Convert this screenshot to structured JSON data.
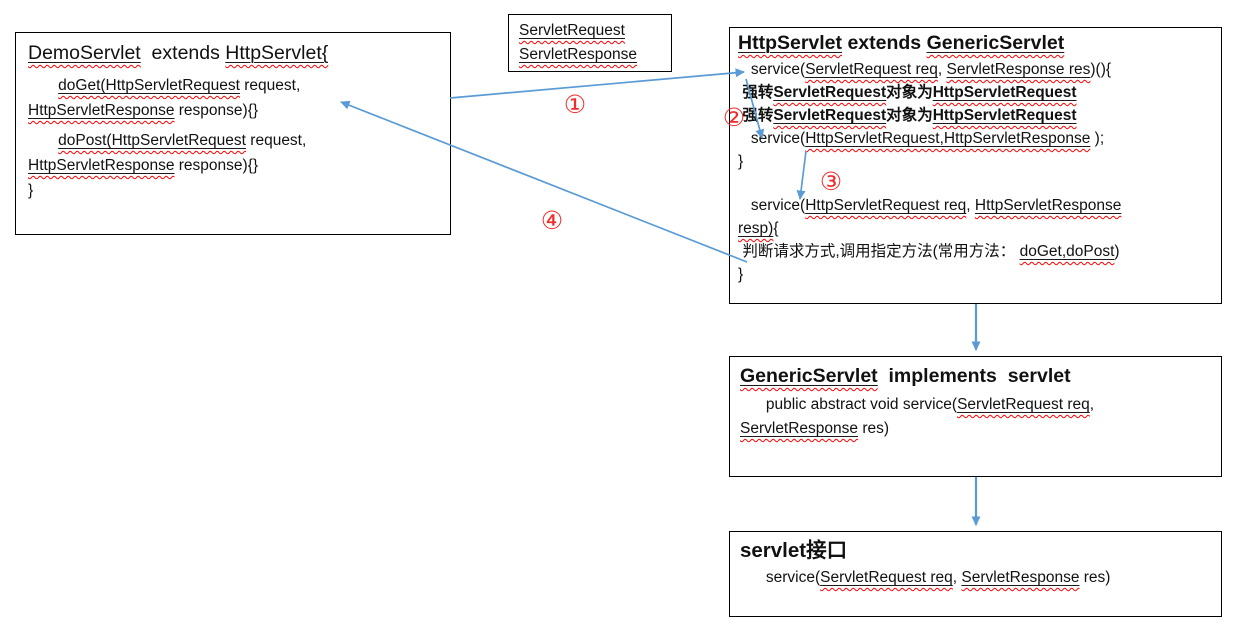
{
  "colors": {
    "arrow": "#5b9bd5",
    "step_number": "#f32b2b",
    "squiggle": "#ff0000",
    "border": "#000000",
    "text": "#111111"
  },
  "step_labels": {
    "s1": "①",
    "s2": "②",
    "s3": "③",
    "s4": "④"
  },
  "boxes": {
    "demo": {
      "lines": [
        {
          "cls": "title",
          "seg": [
            {
              "t": "DemoServlet",
              "u": 1
            },
            {
              "t": "  extends "
            },
            {
              "t": "HttpServlet{",
              "u": 1
            }
          ]
        },
        {
          "seg": [
            {
              "t": "       "
            },
            {
              "t": "doGet(HttpServletRequest",
              "u": 1
            },
            {
              "t": " request,"
            }
          ]
        },
        {
          "seg": [
            {
              "t": "HttpServletResponse",
              "u": 1
            },
            {
              "t": " response){}"
            }
          ]
        },
        {
          "cls": "gap",
          "seg": [
            {
              "t": "       "
            },
            {
              "t": "doPost(HttpServletRequest",
              "u": 1
            },
            {
              "t": " request,"
            }
          ]
        },
        {
          "seg": [
            {
              "t": "HttpServletResponse",
              "u": 1
            },
            {
              "t": " response){}"
            }
          ]
        },
        {
          "seg": [
            {
              "t": "}"
            }
          ]
        }
      ]
    },
    "note": {
      "lines": [
        {
          "seg": [
            {
              "t": "ServletRequest",
              "u": 1
            }
          ]
        },
        {
          "seg": [
            {
              "t": "ServletResponse",
              "u": 1
            }
          ]
        }
      ]
    },
    "http": {
      "lines": [
        {
          "cls": "title",
          "seg": [
            {
              "t": "HttpServlet",
              "u": 1,
              "b": 1
            },
            {
              "t": " extends ",
              "b": 1
            },
            {
              "t": "GenericServlet",
              "u": 1,
              "b": 1
            }
          ]
        },
        {
          "seg": [
            {
              "t": "   service("
            },
            {
              "t": "ServletRequest req",
              "u": 1
            },
            {
              "t": ", "
            },
            {
              "t": "ServletResponse res",
              "u": 1
            },
            {
              "t": ")(){"
            }
          ]
        },
        {
          "seg": [
            {
              "t": " 强转",
              "b": 1
            },
            {
              "t": "ServletRequest",
              "u": 1,
              "b": 1
            },
            {
              "t": "对象为",
              "b": 1
            },
            {
              "t": "HttpServletRequest",
              "u": 1,
              "b": 1
            }
          ]
        },
        {
          "seg": [
            {
              "t": " 强转",
              "b": 1
            },
            {
              "t": "ServletRequest",
              "u": 1,
              "b": 1
            },
            {
              "t": "对象为",
              "b": 1
            },
            {
              "t": "HttpServletRequest",
              "u": 1,
              "b": 1
            }
          ]
        },
        {
          "seg": [
            {
              "t": "   service("
            },
            {
              "t": "HttpServletRequest,HttpServletResponse",
              "u": 1
            },
            {
              "t": " );"
            }
          ]
        },
        {
          "seg": [
            {
              "t": "}"
            }
          ]
        },
        {
          "cls": "blank",
          "seg": [
            {
              "t": ""
            }
          ]
        },
        {
          "seg": [
            {
              "t": "   service("
            },
            {
              "t": "HttpServletRequest req",
              "u": 1
            },
            {
              "t": ", "
            },
            {
              "t": "HttpServletResponse",
              "u": 1
            }
          ]
        },
        {
          "seg": [
            {
              "t": "resp)",
              "u": 1
            },
            {
              "t": "{"
            }
          ]
        },
        {
          "seg": [
            {
              "t": " 判断请求方式,调用指定方法(常用方法： "
            },
            {
              "t": "doGet,doPost",
              "u": 1
            },
            {
              "t": ")"
            }
          ]
        },
        {
          "seg": [
            {
              "t": "}"
            }
          ]
        }
      ]
    },
    "generic": {
      "lines": [
        {
          "cls": "title",
          "seg": [
            {
              "t": "GenericServlet",
              "u": 1,
              "b": 1
            },
            {
              "t": "  implements  servlet",
              "b": 1
            }
          ]
        },
        {
          "seg": [
            {
              "t": "      public abstract void service("
            },
            {
              "t": "ServletRequest req",
              "u": 1
            },
            {
              "t": ","
            }
          ]
        },
        {
          "seg": [
            {
              "t": "ServletResponse",
              "u": 1
            },
            {
              "t": " res)"
            }
          ]
        }
      ]
    },
    "iface": {
      "lines": [
        {
          "cls": "title",
          "seg": [
            {
              "t": "servlet接口",
              "b": 1
            }
          ]
        },
        {
          "seg": [
            {
              "t": "      service("
            },
            {
              "t": "ServletRequest req",
              "u": 1
            },
            {
              "t": ", "
            },
            {
              "t": "ServletResponse",
              "u": 1
            },
            {
              "t": " res)"
            }
          ]
        }
      ]
    }
  }
}
